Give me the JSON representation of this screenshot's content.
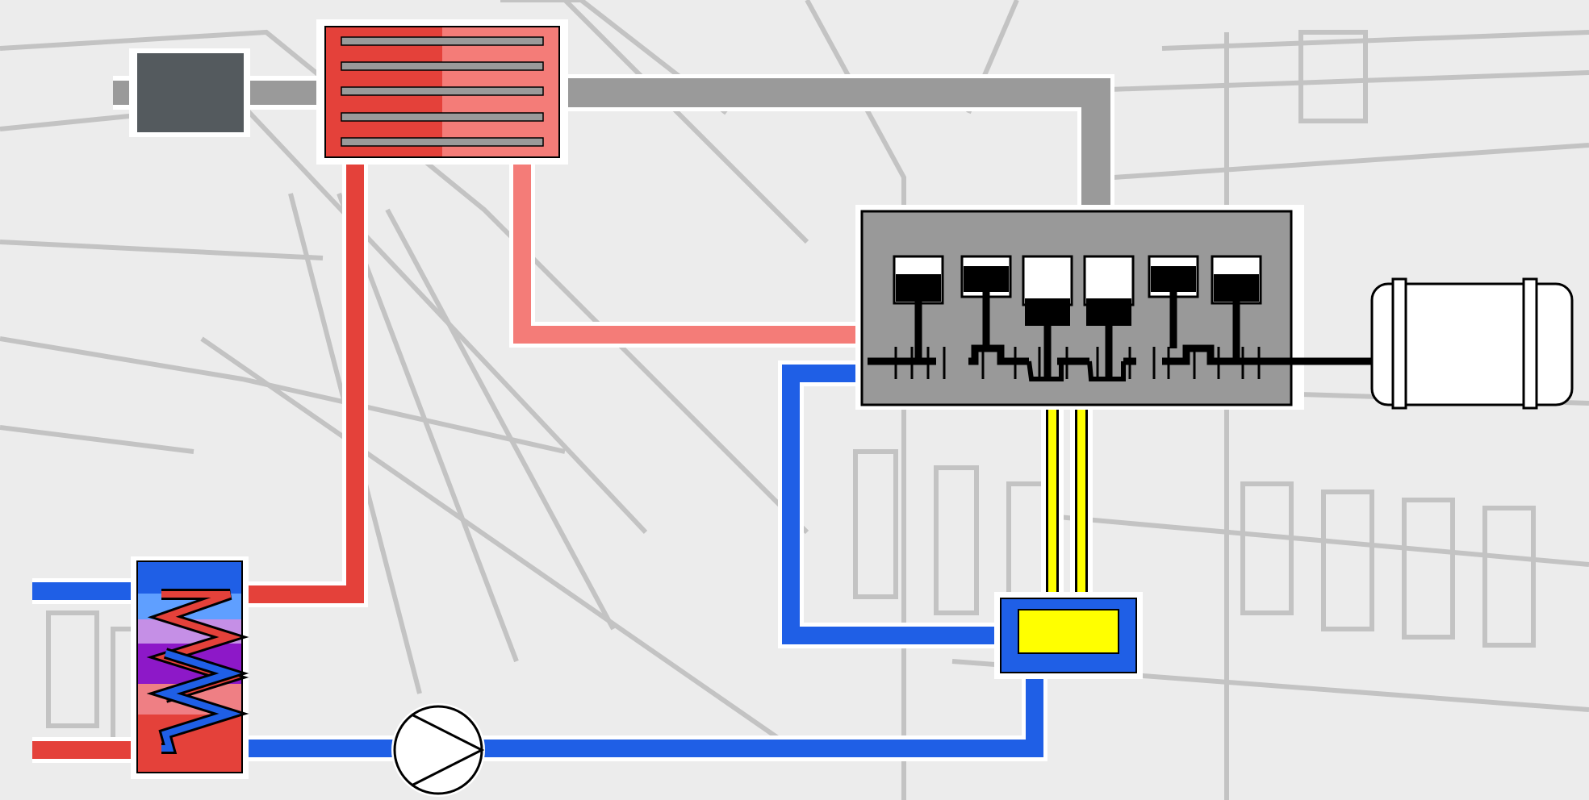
{
  "colors": {
    "background": "#ececec",
    "sketch_line": "#b9b9b9",
    "exhaust_gray": "#9a9a9a",
    "exhaust_gas_hot": "#e4413a",
    "exhaust_gas_warm": "#f47c78",
    "coolant_blue": "#1f5fe6",
    "oil_yellow": "#ffff00",
    "engine_block": "#999999",
    "muffler": "#545a5e",
    "buffer_purple": "#8d18c8",
    "buffer_lilac": "#c58fe6",
    "buffer_light_blue": "#5f9fff",
    "buffer_pink": "#ef7f84"
  },
  "components": [
    {
      "name": "exhaust-muffler",
      "icon": "muffler-icon"
    },
    {
      "name": "exhaust-heat-exchanger",
      "icon": "plate-heat-exchanger-icon"
    },
    {
      "name": "engine-block",
      "icon": "six-cylinder-engine-icon"
    },
    {
      "name": "generator",
      "icon": "generator-icon"
    },
    {
      "name": "oil-heat-exchanger",
      "icon": "heat-exchanger-icon"
    },
    {
      "name": "buffer-storage-tank",
      "icon": "storage-tank-icon"
    },
    {
      "name": "circulation-pump",
      "icon": "pump-icon"
    }
  ]
}
